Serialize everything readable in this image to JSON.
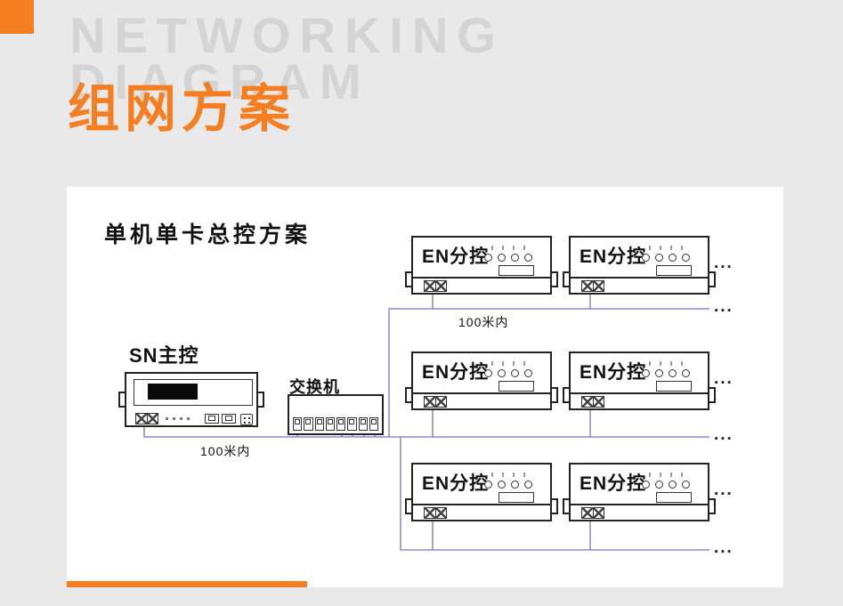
{
  "header": {
    "watermark_line1": "NETWORKING",
    "watermark_line2": "DIAGRAM",
    "title": "组网方案",
    "accent_color": "#f57e20",
    "watermark_color": "#d4d4d4"
  },
  "diagram": {
    "title": "单机单卡总控方案",
    "master_label": "SN主控",
    "switch_label": "交换机",
    "en_units": [
      {
        "label": "EN分控"
      },
      {
        "label": "EN分控"
      },
      {
        "label": "EN分控"
      },
      {
        "label": "EN分控"
      },
      {
        "label": "EN分控"
      },
      {
        "label": "EN分控"
      }
    ],
    "distance_switch_to_en": "100米内",
    "distance_sn_to_switch": "100米内",
    "ellipsis": "...",
    "wire_color": "#7a72bd",
    "panel_background": "#ffffff",
    "page_background": "#e9e9e9"
  }
}
